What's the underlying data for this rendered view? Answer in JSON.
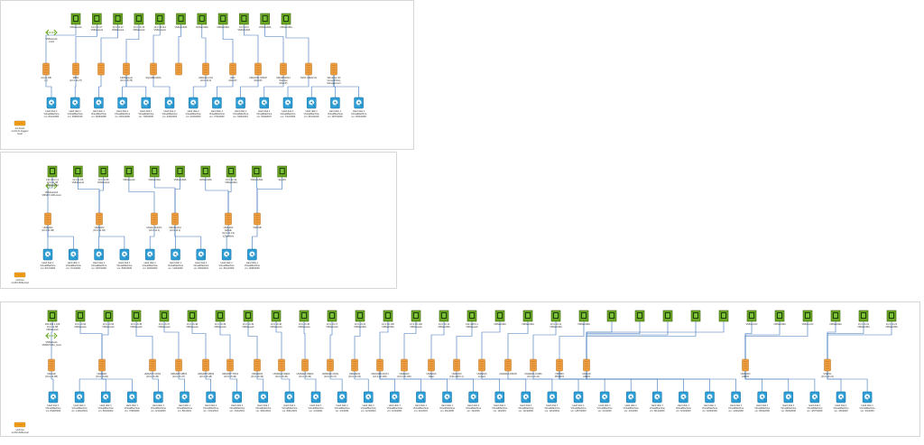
{
  "colors": {
    "nic": "#6aa621",
    "nic_dark": "#3f6c13",
    "vm": "#f0a043",
    "vm_dark": "#b86d17",
    "disk": "#2c9fd8",
    "disk_dark": "#1b6c99",
    "wire": "#3a74b8",
    "host": "#f5a11c"
  },
  "vswitch_icon": "vswitch-icon",
  "panels": [
    {
      "name": "host-1",
      "host_label": [
        "esxhost1",
        "vm01.dx.loggerc",
        "local"
      ],
      "vswitch_label": "VMNetwork vm01",
      "nics": [
        {
          "label": [
            "VMNetwork"
          ],
          "vm": 0
        },
        {
          "label": [
            "10.0.16.27",
            "VMNetwork"
          ],
          "vm": 1
        },
        {
          "label": [
            "10.0.16.27",
            "VMNetwork"
          ],
          "vm": 2
        },
        {
          "label": [
            "10.2.16.78",
            "VMNetwork"
          ],
          "vm": 3
        },
        {
          "label": [
            "10.2.18.112",
            "VMNetwork"
          ],
          "vm": 4
        },
        {
          "label": [
            "VMNetUMA"
          ],
          "vm": 5
        },
        {
          "label": [
            "VMNetUMA"
          ],
          "vm": 6
        },
        {
          "label": [
            "VMNetUMA"
          ],
          "vm": 7
        },
        {
          "label": [
            "10.0.16.0",
            "VMNetUMA"
          ],
          "vm": 8
        },
        {
          "label": [
            "VMNetUMA"
          ],
          "vm": 9
        },
        {
          "label": [
            "VMNetUMA"
          ],
          "vm": 10
        }
      ],
      "vms": [
        {
          "label": [
            "Azure-DB",
            "(1)"
          ]
        },
        {
          "label": [
            "DB01",
            "(10.0.11.27)"
          ]
        },
        {
          "label": [
            ""
          ]
        },
        {
          "label": [
            "CINISupport",
            "(10.2.16.78)"
          ]
        },
        {
          "label": [
            "SQL08R2UMA"
          ]
        },
        {
          "label": [
            ""
          ]
        },
        {
          "label": [
            "UMANet-CVO",
            "(10.0.11.2)"
          ]
        },
        {
          "label": [
            "DHC",
            "(DHCP)"
          ]
        },
        {
          "label": [
            "UMACNC-WSUP",
            "(DHCP)"
          ]
        },
        {
          "label": [
            "UMAWS2012",
            "Tsenkov",
            "(DHCP)"
          ]
        },
        {
          "label": [
            "TEST-UMAV-01"
          ]
        },
        {
          "label": [
            "Windows XP",
            "Group Policy",
            "Management"
          ]
        }
      ],
      "disks": [
        {
          "label": [
            "Hard disk 1",
            "VirtualMachine",
            "vm: 8/12/2000"
          ],
          "vm": 0
        },
        {
          "label": [
            "Hard disk 1",
            "VirtualMachine",
            "vm: 9/08/2016"
          ],
          "vm": 1
        },
        {
          "label": [
            "Hard disk 1",
            "VirtualMachine",
            "vm: 8/18/2008"
          ],
          "vm": 2
        },
        {
          "label": [
            "Hard disk 1",
            "VirtualMachine",
            "vm: 8/21/2000"
          ],
          "vm": 3
        },
        {
          "label": [
            "Hard disk 1",
            "VirtualMachine",
            "vm: 7/06/2000"
          ],
          "vm": 3
        },
        {
          "label": [
            "Hard disk 2",
            "VirtualMachine",
            "vm: 4/26/2001"
          ],
          "vm": 4
        },
        {
          "label": [
            "Hard disk 2",
            "VirtualMachine",
            "vm: 4/26/2000"
          ],
          "vm": 6
        },
        {
          "label": [
            "Hard disk 1",
            "VirtualMachine",
            "vm: 7/04/2000"
          ],
          "vm": 7
        },
        {
          "label": [
            "Hard disk 1",
            "VirtualMachine",
            "vm: 6/04/2001"
          ],
          "vm": 8
        },
        {
          "label": [
            "Hard disk 1",
            "VirtualMachine",
            "vm: 8/20/2007"
          ],
          "vm": 9
        },
        {
          "label": [
            "Hard disk 1",
            "VirtualMachine",
            "vm: 7/12/2000"
          ],
          "vm": 10
        },
        {
          "label": [
            "Hard disk 1",
            "VirtualMachine",
            "vm: 8/21/2016"
          ],
          "vm": 11
        },
        {
          "label": [
            "Hard disk 1",
            "VirtualMachine",
            "vm: 8/07/2000"
          ],
          "vm": 11
        },
        {
          "label": [
            "Hard disk 1",
            "VirtualMachine",
            "vm: 8/31/2000"
          ],
          "vm": 11
        }
      ]
    },
    {
      "name": "host-2",
      "host_label": [
        "esxhost",
        "vm02.UMALocal"
      ],
      "vswitch_label": "VMNetwork2 VMNET-UMA-local",
      "nics": [
        {
          "label": [
            "192.254.1.4",
            "10.0.11.38",
            "VMNetUMA"
          ],
          "vm": 0
        },
        {
          "label": [
            "10.0.11.56",
            "VMNetwork"
          ],
          "vm": 1
        },
        {
          "label": [
            "10.0.11.56",
            "VMNetwork"
          ],
          "vm": 1
        },
        {
          "label": [
            "VMNetwork"
          ],
          "vm": 2
        },
        {
          "label": [
            "VMNetUMA"
          ],
          "vm": 3
        },
        {
          "label": [
            "VMNetUMA"
          ],
          "vm": 3
        },
        {
          "label": [
            "VMNetUMA"
          ],
          "vm": 4
        },
        {
          "label": [
            "10.0.11.19",
            "VMNetUMA"
          ],
          "vm": 4
        },
        {
          "label": [
            "VMNetUMA"
          ],
          "vm": 5
        },
        {
          "label": [
            "SkyNIC"
          ],
          "vm": 5
        }
      ],
      "vms": [
        {
          "label": [
            "UMAAD2",
            "(10.0.11.38)"
          ]
        },
        {
          "label": [
            "UMAAD3",
            "(10.0.11.56)"
          ]
        },
        {
          "label": [
            "UMAA-DHCP1",
            "(10.0.11.1)"
          ]
        },
        {
          "label": [
            "UMAN-DC2",
            "(10.0.11.1)"
          ]
        },
        {
          "label": [
            "UMAAD2",
            "EDGE",
            "(10.0.11.19)",
            "(ClientNet)"
          ]
        },
        {
          "label": [
            "VMUSB"
          ]
        }
      ],
      "disks": [
        {
          "label": [
            "Hard disk 1",
            "VirtualMachine",
            "vm: 8/17/2000"
          ],
          "vm": 0
        },
        {
          "label": [
            "Hard disk 1",
            "VirtualMachine",
            "vm: 7/31/2001"
          ],
          "vm": 0
        },
        {
          "label": [
            "Hard disk 1",
            "VirtualMachine",
            "vm: 8/07/2000"
          ],
          "vm": 1
        },
        {
          "label": [
            "Hard disk 1",
            "VirtualMachine",
            "vm: 8/06/2000"
          ],
          "vm": 1
        },
        {
          "label": [
            "Hard disk 1",
            "VirtualMachine",
            "vm: 9/06/2000"
          ],
          "vm": 2
        },
        {
          "label": [
            "Hard disk 1",
            "VirtualMachine",
            "vm: 11/6/2000"
          ],
          "vm": 3
        },
        {
          "label": [
            "Hard disk 1",
            "VirtualMachine",
            "vm: 8/09/2001"
          ],
          "vm": 3
        },
        {
          "label": [
            "Hard disk 1",
            "VirtualMachine",
            "vm: 8/12/2000"
          ],
          "vm": 4
        },
        {
          "label": [
            "Hard disk 1",
            "VirtualMachine",
            "vm: 9/08/2000"
          ],
          "vm": 5
        }
      ]
    },
    {
      "name": "host-3",
      "host_label": [
        "esxhost",
        "vm03.UMALocal"
      ],
      "vswitch_label": "VMNetwork VMNETUMA_local",
      "nics": [
        {
          "label": [
            "169.254.1.106",
            "10.0.11.88",
            "VMNetwork"
          ],
          "vm": 0
        },
        {
          "label": [
            "10.0.16.92",
            "VMNetwork"
          ],
          "vm": 1
        },
        {
          "label": [
            "10.0.16.92",
            "VMNetwork"
          ],
          "vm": 1
        },
        {
          "label": [
            "10.0.16.45",
            "VMNetwork"
          ],
          "vm": 2
        },
        {
          "label": [
            "10.0.16.47",
            "VMNetwork"
          ],
          "vm": 3
        },
        {
          "label": [
            "10.0.16.48",
            "VMNetwork"
          ],
          "vm": 4
        },
        {
          "label": [
            "10.0.16.49",
            "VMNetwork"
          ],
          "vm": 5
        },
        {
          "label": [
            "10.0.16.49",
            "VMNetwork"
          ],
          "vm": 6
        },
        {
          "label": [
            "10.0.16.40",
            "VMNetwork"
          ],
          "vm": 7
        },
        {
          "label": [
            "10.0.16.45",
            "VMNetwork"
          ],
          "vm": 8
        },
        {
          "label": [
            "10.0.16.17",
            "VMNetwork"
          ],
          "vm": 9
        },
        {
          "label": [
            "10.0.16.16",
            "VMNetUMA"
          ],
          "vm": 10
        },
        {
          "label": [
            "10.0.16.160",
            "VMNetUMA"
          ],
          "vm": 11
        },
        {
          "label": [
            "10.0.16.100",
            "VMNetwork"
          ],
          "vm": 12
        },
        {
          "label": [
            "10.0.16.11",
            "VMNetUMA"
          ],
          "vm": 13
        },
        {
          "label": [
            "192.168.0.1",
            "VMNetwork"
          ],
          "vm": 14
        },
        {
          "label": [
            "VMNetUMA"
          ],
          "vm": 15
        },
        {
          "label": [
            "VMNetUMA"
          ],
          "vm": 16
        },
        {
          "label": [
            "10.0.16.41",
            "VMNetUMA"
          ],
          "vm": 17
        },
        {
          "label": [
            "VMNetUMA"
          ],
          "vm": 18
        },
        {
          "label": [
            ""
          ],
          "vm": 19
        },
        {
          "label": [
            ""
          ],
          "vm": 19
        },
        {
          "label": [
            ""
          ],
          "vm": 19
        },
        {
          "label": [
            ""
          ],
          "vm": 19
        },
        {
          "label": [
            ""
          ],
          "vm": 19
        },
        {
          "label": [
            "VMNet-NO"
          ],
          "vm": 20
        },
        {
          "label": [
            "VMNetUMA"
          ],
          "vm": 20
        },
        {
          "label": [
            "VMNet-NO"
          ],
          "vm": 20
        },
        {
          "label": [
            "VMNetUMA"
          ],
          "vm": 21
        },
        {
          "label": [
            "10.0.16.21",
            "VMNetUMA"
          ],
          "vm": 21
        },
        {
          "label": [
            "10.0.16.21",
            "VMNetUMA"
          ],
          "vm": 21
        }
      ],
      "vms": [
        {
          "label": [
            "UMAAD",
            "(10.0.11.88)"
          ]
        },
        {
          "label": [
            "UMAAD1",
            "(10.0.16.92)"
          ]
        },
        {
          "label": [
            "UMAAPP-CD01",
            "(10.0.16.45)"
          ]
        },
        {
          "label": [
            "UMAAPP-DB01",
            "(10.0.16.47)"
          ]
        },
        {
          "label": [
            "UMAAPP-DB02",
            "(10.0.16.48)"
          ]
        },
        {
          "label": [
            "UMAAPP-TN01",
            "(10.0.16.49)"
          ]
        },
        {
          "label": [
            "UMAAD03",
            "(10.0.16.49)"
          ]
        },
        {
          "label": [
            "UMAWeb-WE01",
            "(10.0.16.40)"
          ]
        },
        {
          "label": [
            "UMAWeb-WE02",
            "(10.0.16.45)"
          ]
        },
        {
          "label": [
            "UMAWeb-CD01",
            "(10.0.16.17)"
          ]
        },
        {
          "label": [
            "UMAAD04",
            "(10.0.16.16)"
          ]
        },
        {
          "label": [
            "UMAAD04-NAT1",
            "(10.0.16.160)"
          ]
        },
        {
          "label": [
            "UMAWeb",
            "(10.0.16.100)"
          ]
        },
        {
          "label": [
            "UMAWeb",
            "Other"
          ]
        },
        {
          "label": [
            "UMAAD4",
            "(192.168.0.1)"
          ]
        },
        {
          "label": [
            "UMAWeb",
            "Linked"
          ]
        },
        {
          "label": [
            "UMAWeb-PROD"
          ]
        },
        {
          "label": [
            "UMAWeb-XUMA",
            "(10.0.16.41)"
          ]
        },
        {
          "label": [
            "VMUMA",
            "PROD01"
          ]
        },
        {
          "label": [
            "UMAAD",
            "AD002"
          ]
        },
        {
          "label": [
            "UMAAD4",
            "AD002"
          ]
        },
        {
          "label": [
            "VSWSL",
            "(10.0.16.21)"
          ]
        }
      ],
      "disks": [
        {
          "label": [
            "Hard disk 1",
            "VirtualMachine",
            "vm: 8/28/2002"
          ],
          "vm": 0
        },
        {
          "label": [
            "Hard disk 1",
            "VirtualMachine",
            "vm: 11/02/2001"
          ],
          "vm": 1
        },
        {
          "label": [
            "Hard disk 1",
            "VirtualMachine",
            "vm: 8/04/2002"
          ],
          "vm": 1
        },
        {
          "label": [
            "Hard disk 1",
            "VirtualMachine",
            "vm: 7/08/2000"
          ],
          "vm": 1
        },
        {
          "label": [
            "Hard disk 1",
            "VirtualMachine",
            "vm: 9/11/2000"
          ],
          "vm": 2
        },
        {
          "label": [
            "Hard disk 1",
            "VirtualMachine",
            "vm: 8/1/2001"
          ],
          "vm": 3
        },
        {
          "label": [
            "Hard disk 1",
            "VirtualMachine",
            "vm: 7/21/2001"
          ],
          "vm": 4
        },
        {
          "label": [
            "Hard disk 1",
            "VirtualMachine",
            "vm: 7/21/2001"
          ],
          "vm": 5
        },
        {
          "label": [
            "Hard disk 1",
            "VirtualMachine",
            "vm: 9/01/2001"
          ],
          "vm": 6
        },
        {
          "label": [
            "Hard disk 1",
            "VirtualMachine",
            "vm: 8/01/2001"
          ],
          "vm": 7
        },
        {
          "label": [
            "Hard disk 1",
            "VirtualMachine",
            "vm: 2/1/2001"
          ],
          "vm": 8
        },
        {
          "label": [
            "Hard disk 1",
            "VirtualMachine",
            "vm: 2/1/2001"
          ],
          "vm": 9
        },
        {
          "label": [
            "Hard disk 1",
            "VirtualMachine",
            "vm: 12/4/2000"
          ],
          "vm": 10
        },
        {
          "label": [
            "Hard disk 1",
            "VirtualMachine",
            "vm: 12/4/2001"
          ],
          "vm": 11
        },
        {
          "label": [
            "Hard disk 1",
            "VirtualMachine",
            "vm: 9/1/2001"
          ],
          "vm": 11
        },
        {
          "label": [
            "Hard disk 1",
            "VirtualMachine",
            "vm: 9/1/2000"
          ],
          "vm": 12
        },
        {
          "label": [
            "Hard disk 1",
            "VirtualMachine",
            "vm: 12/2001"
          ],
          "vm": 13
        },
        {
          "label": [
            "Hard disk 1",
            "VirtualMachine",
            "vm: 12/2001"
          ],
          "vm": 14
        },
        {
          "label": [
            "Hard disk 1",
            "VirtualMachine",
            "vm: 12/4/2000"
          ],
          "vm": 15
        },
        {
          "label": [
            "Hard disk 1",
            "VirtualMachine",
            "vm: 12/4/2001"
          ],
          "vm": 16
        },
        {
          "label": [
            "Hard disk 1",
            "VirtualMachine",
            "vm: 1/8/7/2000"
          ],
          "vm": 17
        },
        {
          "label": [
            "Hard disk 1",
            "VirtualMachine",
            "vm: 2/1/2000"
          ],
          "vm": 18
        },
        {
          "label": [
            "Hard disk 1",
            "VirtualMachine",
            "vm: 4/1/2000"
          ],
          "vm": 18
        },
        {
          "label": [
            "Hard disk 1",
            "VirtualMachine",
            "vm: 8/12/2000"
          ],
          "vm": 18
        },
        {
          "label": [
            "Hard disk 1",
            "VirtualMachine",
            "vm: 9/11/2000"
          ],
          "vm": 19
        },
        {
          "label": [
            "Hard disk 1",
            "VirtualMachine",
            "vm: 6/26/2000"
          ],
          "vm": 19
        },
        {
          "label": [
            "Hard disk 1",
            "VirtualMachine",
            "vm: 12/4/2000"
          ],
          "vm": 19
        },
        {
          "label": [
            "Hard disk 1",
            "VirtualMachine",
            "vm: 8/04/2000"
          ],
          "vm": 20
        },
        {
          "label": [
            "Hard disk 1",
            "VirtualMachine",
            "vm: 8/09/2000"
          ],
          "vm": 20
        },
        {
          "label": [
            "Hard disk 1",
            "VirtualMachine",
            "vm: 4/6/7/2000"
          ],
          "vm": 20
        },
        {
          "label": [
            "Hard disk 1",
            "VirtualMachine",
            "vm: 4/6/2000"
          ],
          "vm": 21
        },
        {
          "label": [
            "Hard disk 1",
            "VirtualMachine",
            "vm: 3/1/2000"
          ],
          "vm": 21
        }
      ]
    }
  ]
}
